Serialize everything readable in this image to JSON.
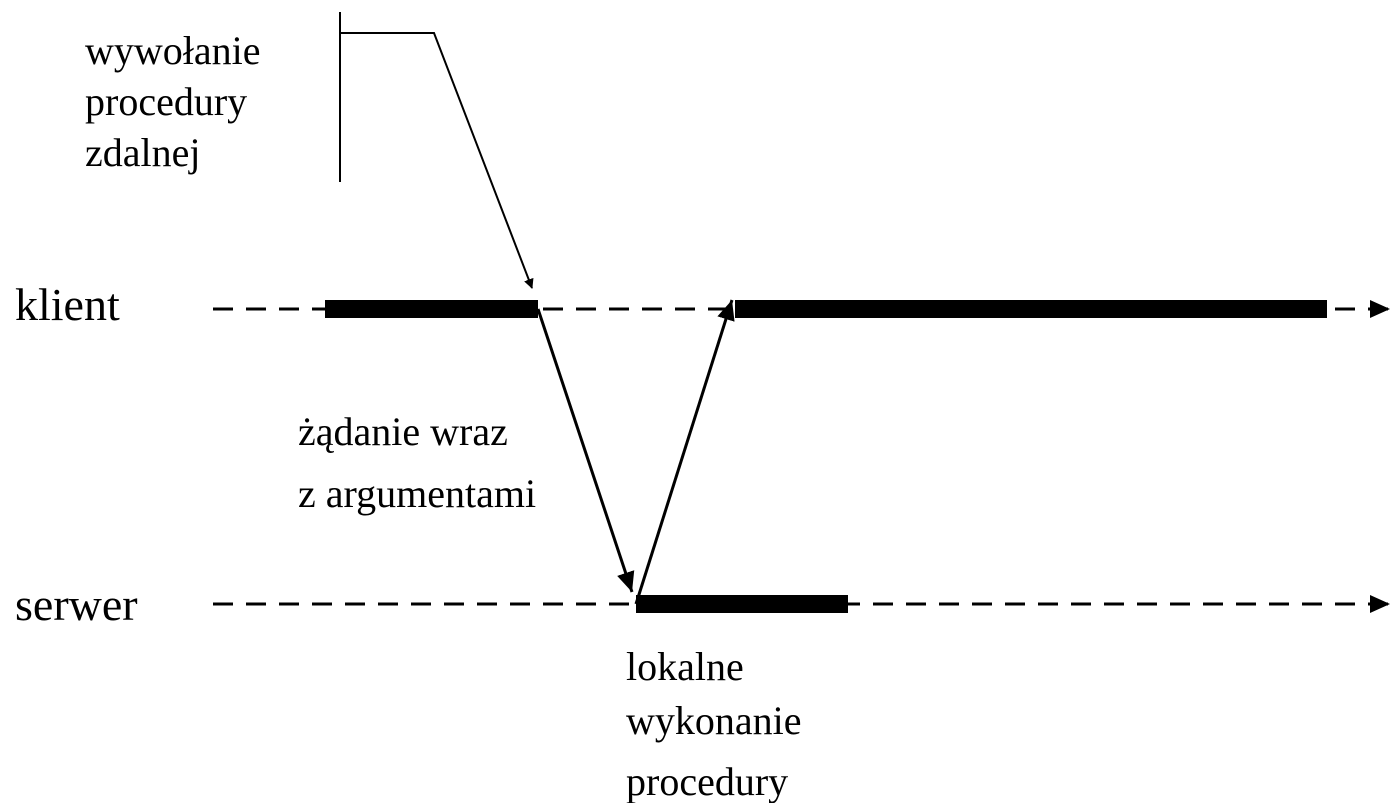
{
  "diagram": {
    "lanes": {
      "client": "klient",
      "server": "serwer"
    },
    "annotations": {
      "call": [
        "wywołanie",
        "procedury",
        "zdalnej"
      ],
      "request": [
        "żądanie wraz",
        "z argumentami"
      ],
      "local_exec": [
        "lokalne",
        "wykonanie",
        "procedury"
      ]
    },
    "colors": {
      "ink": "#000000",
      "background": "#ffffff"
    }
  }
}
